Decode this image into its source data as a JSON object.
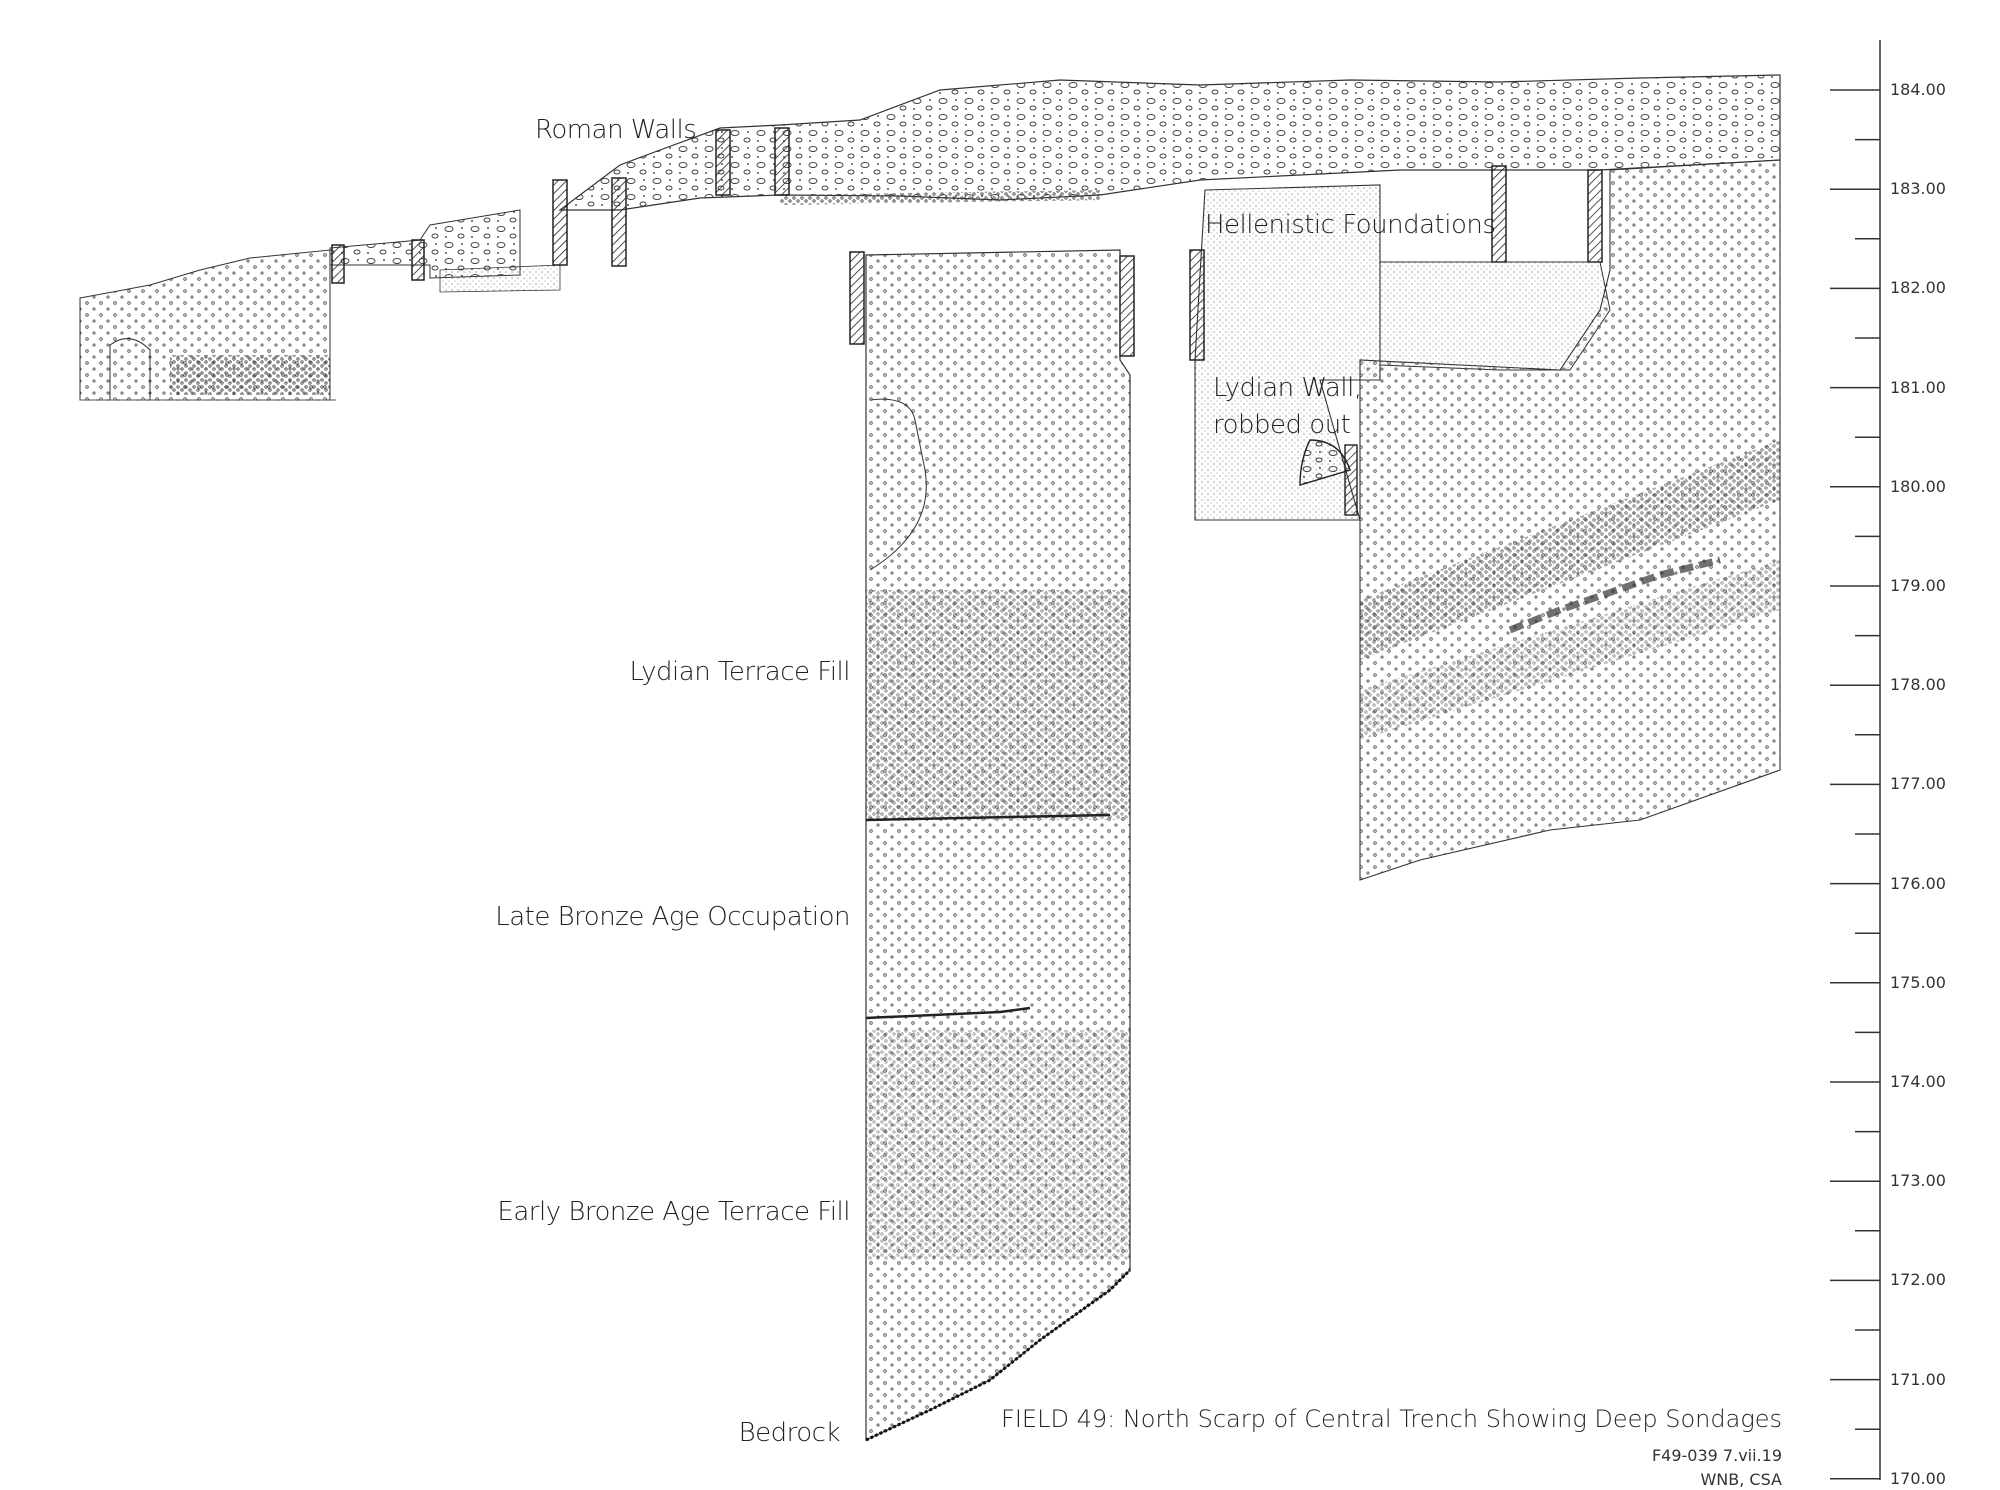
{
  "labels": {
    "roman_walls": "Roman Walls",
    "hellenistic_foundations": "Hellenistic Foundations",
    "lydian_wall_line1": "Lydian Wall,",
    "lydian_wall_line2": "robbed out",
    "lydian_terrace_fill": "Lydian Terrace Fill",
    "late_bronze_age": "Late Bronze Age Occupation",
    "early_bronze_age": "Early Bronze Age Terrace Fill",
    "bedrock": "Bedrock"
  },
  "caption": {
    "title": "FIELD 49: North Scarp of Central Trench Showing Deep Sondages",
    "ref": "F49-039 7.vii.19",
    "authors": "WNB, CSA"
  },
  "scale": {
    "ticks": [
      "184.00",
      "183.00",
      "182.00",
      "181.00",
      "180.00",
      "179.00",
      "178.00",
      "177.00",
      "176.00",
      "175.00",
      "174.00",
      "173.00",
      "172.00",
      "171.00",
      "170.00"
    ]
  },
  "colors": {
    "ink": "#222222",
    "stipple": "#555555"
  }
}
